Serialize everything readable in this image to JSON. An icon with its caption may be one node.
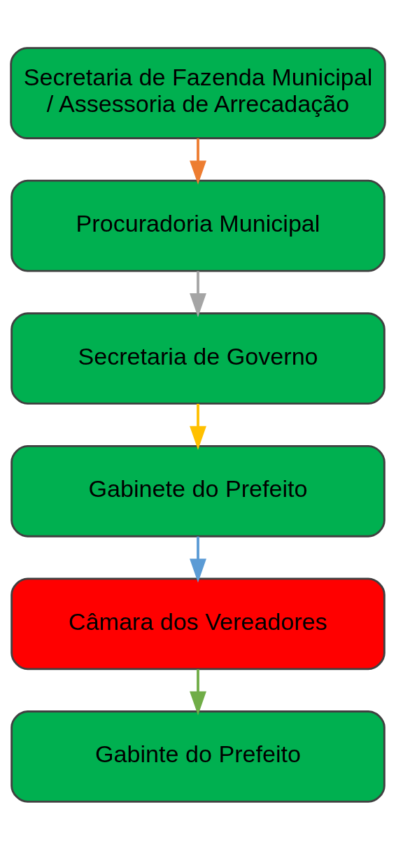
{
  "diagram": {
    "nodes": [
      {
        "text": [
          "Secretaria de Fazenda Municipal / Assessoria de Arrecadação"
        ]
      },
      {
        "text": [
          "Procuradoria Municipal"
        ]
      },
      {
        "text": [
          "Secretaria de Governo"
        ]
      },
      {
        "text": [
          "Gabinete do Prefeito"
        ]
      },
      {
        "text": [
          "Câmara dos Vereadores"
        ]
      },
      {
        "text": [
          "Gabinte do Prefeito"
        ]
      }
    ],
    "edges": [
      {
        "from": 0,
        "to": 1,
        "arrow": "to",
        "color": "#ed7d31"
      },
      {
        "from": 1,
        "to": 2,
        "arrow": "to",
        "color": "#a5a5a5"
      },
      {
        "from": 2,
        "to": 3,
        "arrow": "to",
        "color": "#ffc000"
      },
      {
        "from": 3,
        "to": 4,
        "arrow": "to",
        "color": "#5b9bd5"
      },
      {
        "from": 4,
        "to": 5,
        "arrow": "to",
        "color": "#70ad47"
      }
    ]
  }
}
